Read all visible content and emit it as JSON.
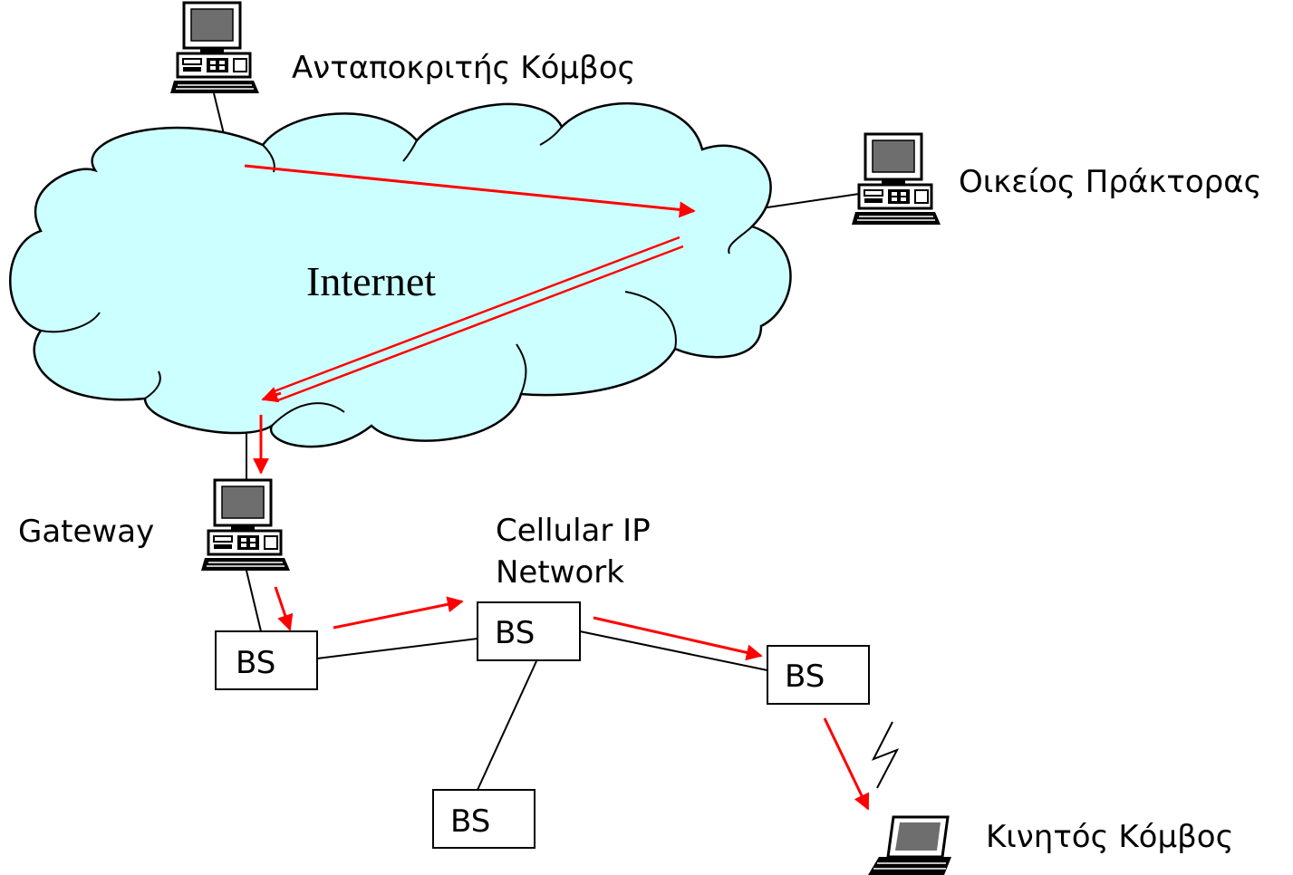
{
  "labels": {
    "correspondent_node": "Ανταποκριτής Κόμβος",
    "home_agent": "Οικείος Πράκτορας",
    "internet": "Internet",
    "gateway": "Gateway",
    "cellular_ip_line1": "Cellular IP",
    "cellular_ip_line2": "Network",
    "mobile_node": "Κινητός Κόμβος"
  },
  "base_stations": [
    {
      "label": "BS"
    },
    {
      "label": "BS"
    },
    {
      "label": "BS"
    },
    {
      "label": "BS"
    }
  ],
  "colors": {
    "cloud_fill": "#ccffff",
    "arrow": "#ff0000",
    "line": "#000000"
  },
  "icons": [
    "desktop-computer-icon",
    "laptop-computer-icon",
    "wireless-link-icon"
  ]
}
